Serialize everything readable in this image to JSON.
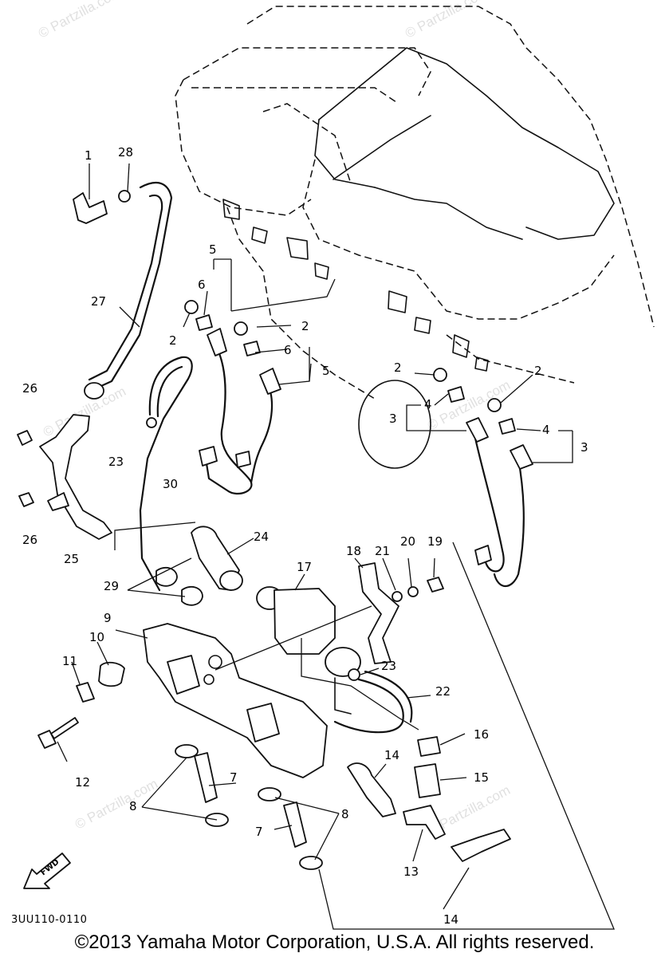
{
  "diagram": {
    "watermark": "© Partzilla.com",
    "fwd_label": "FWD",
    "drawing_code": "3UU110-0110",
    "copyright": "©2013  Yamaha Motor Corporation, U.S.A. All rights reserved.",
    "callouts": {
      "c1": "1",
      "c28": "28",
      "c27": "27",
      "c26a": "26",
      "c26b": "26",
      "c25": "25",
      "c23a": "23",
      "c30": "30",
      "c5a": "5",
      "c6a": "6",
      "c2a": "2",
      "c2b": "2",
      "c6b": "6",
      "c5b": "5",
      "c2c": "2",
      "c2d": "2",
      "c4a": "4",
      "c3a": "3",
      "c4b": "4",
      "c3b": "3",
      "c24": "24",
      "c29": "29",
      "c17": "17",
      "c18": "18",
      "c21": "21",
      "c20": "20",
      "c19": "19",
      "c9": "9",
      "c10": "10",
      "c11": "11",
      "c12": "12",
      "c23b": "23",
      "c22": "22",
      "c16": "16",
      "c15": "15",
      "c14a": "14",
      "c14b": "14",
      "c13": "13",
      "c7a": "7",
      "c7b": "7",
      "c8a": "8",
      "c8b": "8"
    }
  }
}
